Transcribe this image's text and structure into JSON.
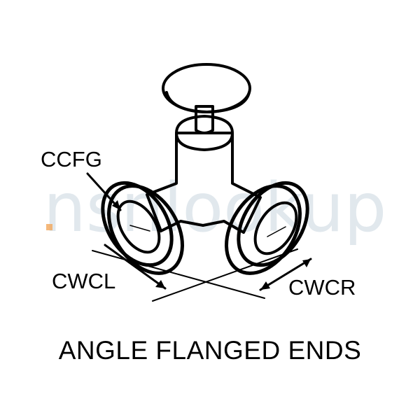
{
  "labels": {
    "top_left": "CCFG",
    "bottom_left": "CWCL",
    "bottom_right": "CWCR"
  },
  "caption": "ANGLE FLANGED ENDS",
  "watermark": {
    "text": "nsnlookup",
    "color": "#c9d6e0",
    "dot_color": "#f2a65a"
  }
}
